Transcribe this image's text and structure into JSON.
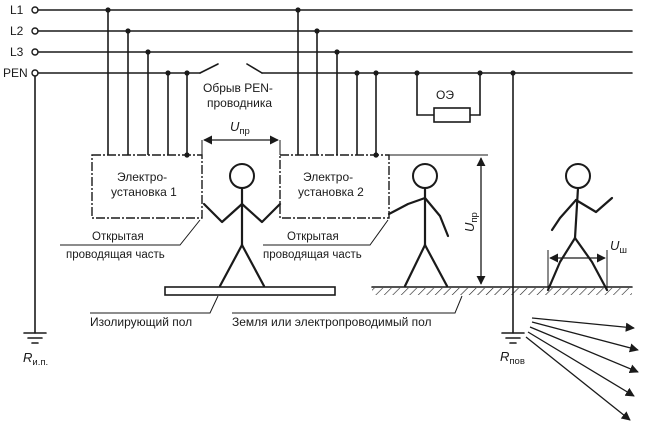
{
  "lines": {
    "l1": "L1",
    "l2": "L2",
    "l3": "L3",
    "pen": "PEN"
  },
  "pen_break": {
    "line1": "Обрыв PEN-",
    "line2": "проводника"
  },
  "voltage_label": {
    "symbol": "U",
    "sub": "пр"
  },
  "step_voltage_label": {
    "symbol": "U",
    "sub": "ш"
  },
  "protective_element": "ОЭ",
  "installation1": {
    "line1": "Электро-",
    "line2": "установка 1"
  },
  "installation2": {
    "line1": "Электро-",
    "line2": "установка 2"
  },
  "exposed_part": {
    "line1": "Открытая",
    "line2": "проводящая часть"
  },
  "insulating_floor": "Изолирующий пол",
  "earth_floor": "Земля или электропроводимый пол",
  "resistance_il": {
    "symbol": "R",
    "sub": "и.п."
  },
  "resistance_pov": {
    "symbol": "R",
    "sub": "пов"
  },
  "colors": {
    "stroke": "#1a1a1a",
    "background": "#ffffff"
  }
}
